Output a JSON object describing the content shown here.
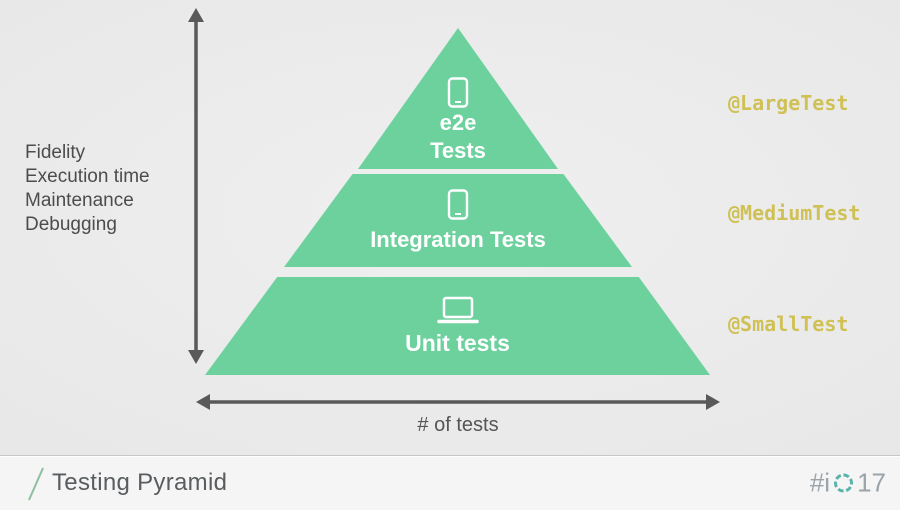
{
  "axis": {
    "left_labels": [
      "Fidelity",
      "Execution time",
      "Maintenance",
      "Debugging"
    ],
    "bottom_label": "# of tests"
  },
  "pyramid": {
    "color": "#6dd19e",
    "tiers": [
      {
        "icon": "smartphone-icon",
        "line1": "e2e",
        "line2": "Tests",
        "annotation": "@LargeTest"
      },
      {
        "icon": "smartphone-icon",
        "line1": "Integration Tests",
        "annotation": "@MediumTest"
      },
      {
        "icon": "laptop-icon",
        "line1": "Unit tests",
        "annotation": "@SmallTest"
      }
    ]
  },
  "annotation_color": "#cfc155",
  "footer": {
    "title": "Testing Pyramid",
    "logo_prefix": "#i",
    "logo_suffix": "17"
  }
}
